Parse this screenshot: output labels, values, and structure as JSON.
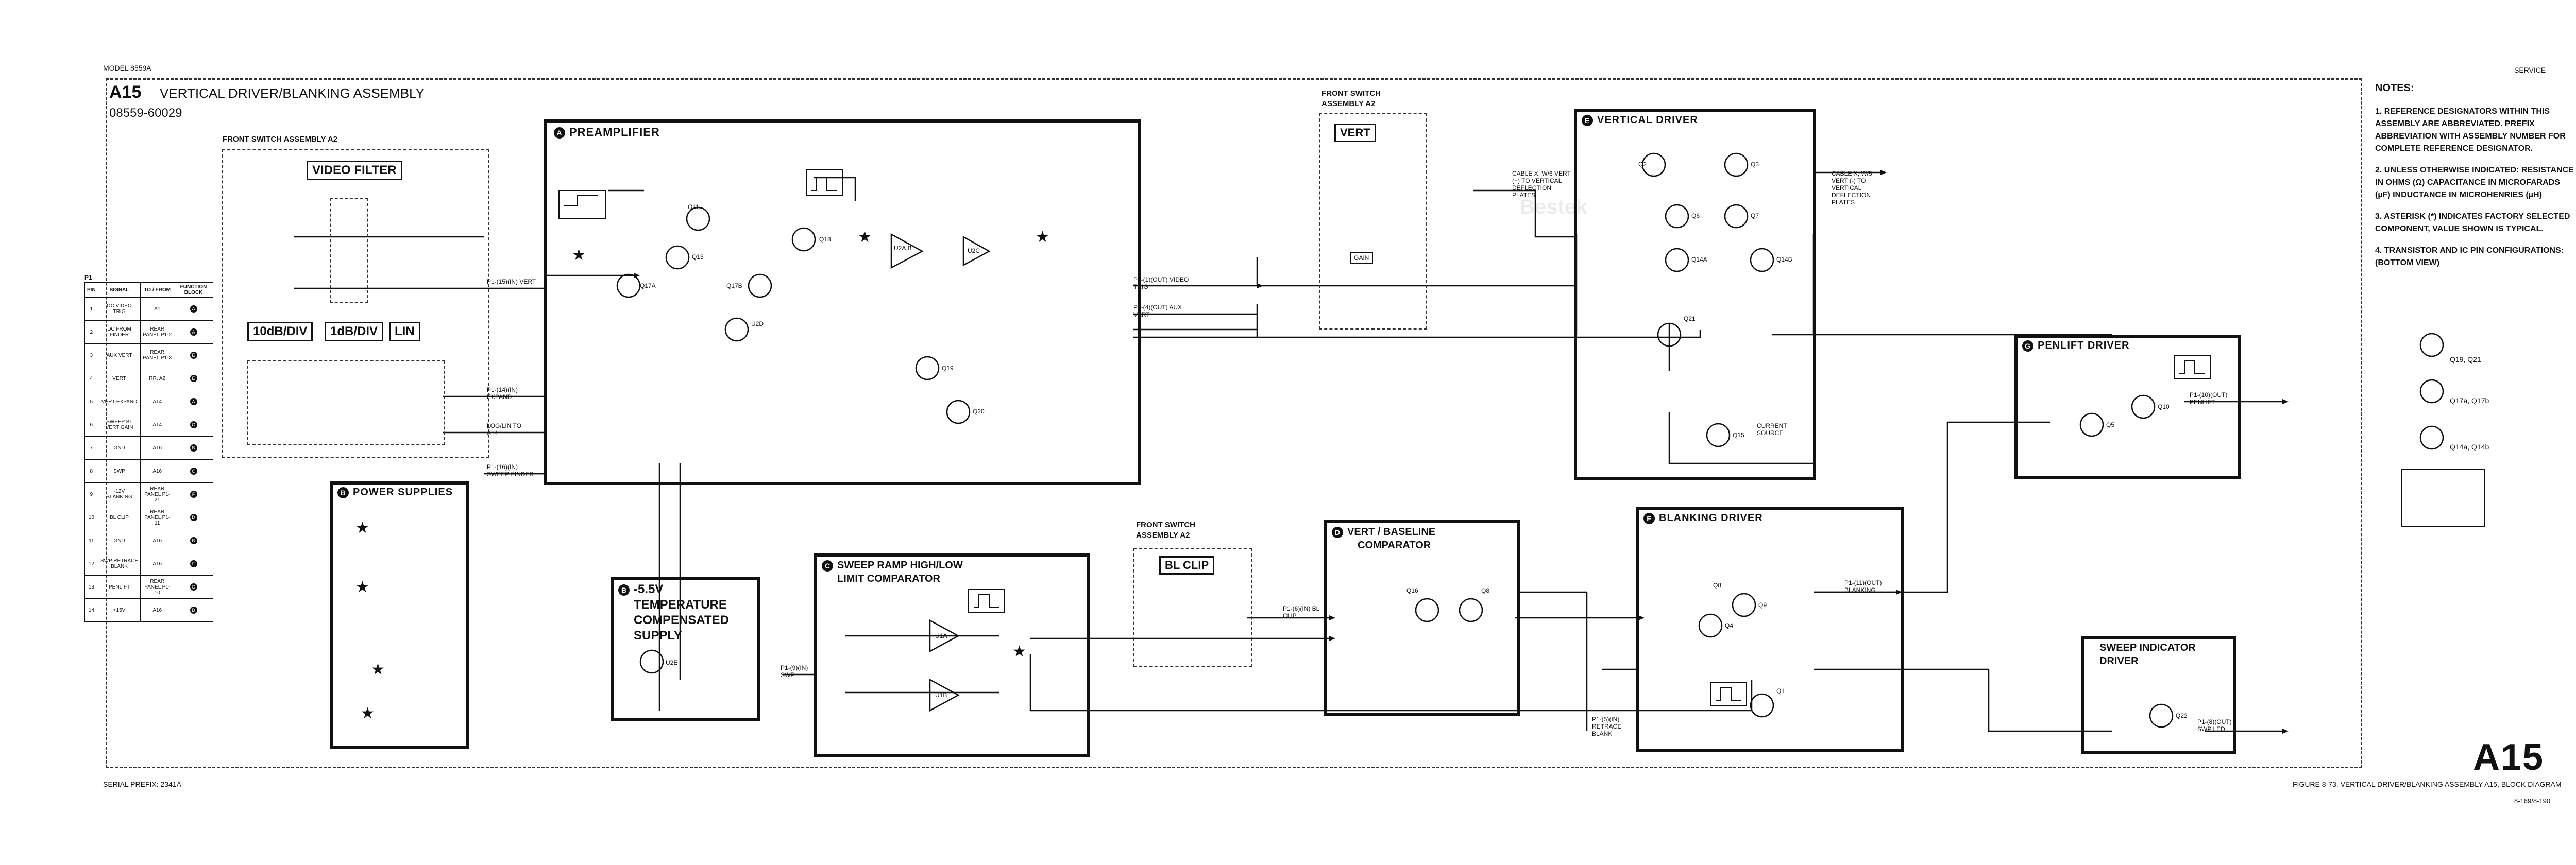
{
  "header": {
    "model": "MODEL 8559A",
    "section": "SERVICE",
    "assembly_id": "A15",
    "assembly_title": "VERTICAL DRIVER/BLANKING ASSEMBLY",
    "part_number": "08559-60029",
    "serial_prefix": "SERIAL PREFIX: 2341A",
    "figure_caption": "FIGURE 8-73.  VERTICAL DRIVER/BLANKING ASSEMBLY A15, BLOCK DIAGRAM",
    "figure_code": "8-169/8-190",
    "big_label": "A15"
  },
  "blocks": {
    "front_switch_a2_left": "FRONT SWITCH ASSEMBLY A2",
    "video_filter": "VIDEO FILTER",
    "scale_10db": "10dB/DIV",
    "scale_1db": "1dB/DIV",
    "scale_lin": "LIN",
    "preamplifier": {
      "num": "A",
      "title": "PREAMPLIFIER"
    },
    "power_supplies": {
      "num": "B",
      "title": "POWER SUPPLIES"
    },
    "temp_supply": {
      "num": "B",
      "title_l1": "-5.5V",
      "title_l2": "TEMPERATURE",
      "title_l3": "COMPENSATED",
      "title_l4": "SUPPLY"
    },
    "sweep_ramp": {
      "num": "C",
      "title_l1": "SWEEP RAMP HIGH/LOW",
      "title_l2": "LIMIT COMPARATOR"
    },
    "front_switch_a2_bl": {
      "l1": "FRONT SWITCH",
      "l2": "ASSEMBLY A2",
      "bl_clip": "BL CLIP"
    },
    "vert_baseline": {
      "num": "D",
      "title_l1": "VERT / BASELINE",
      "title_l2": "COMPARATOR"
    },
    "front_switch_a2_vert": {
      "l1": "FRONT SWITCH",
      "l2": "ASSEMBLY A2",
      "vert": "VERT",
      "gain": "GAIN"
    },
    "vertical_driver": {
      "num": "E",
      "title": "VERTICAL DRIVER"
    },
    "blanking_driver": {
      "num": "F",
      "title": "BLANKING DRIVER"
    },
    "penlift_driver": {
      "num": "G",
      "title": "PENLIFT DRIVER"
    },
    "sweep_indicator": {
      "title_l1": "SWEEP INDICATOR",
      "title_l2": "DRIVER"
    }
  },
  "signals": {
    "vert_in": "P1-(15)(IN) VERT",
    "expand": "P1-(14)(IN) EXPAND",
    "log_lin": "LOG/LIN TO A14",
    "sweep_finder": "P1-(16)(IN) SWEEP FINDER",
    "sweep_in": "P1-(9)(IN) SWP",
    "bl_clip": "P1-(6)(IN) BL CLIP",
    "blanking_out": "P1-(11)(OUT) BLANKING",
    "penlift_out": "P1-(10)(OUT) PENLIFT",
    "sweep_lamp": "P1-(8)(OUT) SWP LED",
    "retrace_blank": "P1-(5)(IN) RETRACE BLANK",
    "video_trig": "P1-(1)(OUT) VIDEO TRIG",
    "aux_vert": "P1-(4)(OUT) AUX VERT",
    "cable_right": "CABLE X, W/5 VERT (-) TO VERTICAL DEFLECTION PLATES",
    "cable_left": "CABLE X, W/6 VERT (+) TO VERTICAL DEFLECTION PLATES",
    "current_source": "CURRENT SOURCE"
  },
  "pin_table": {
    "title": "P1",
    "columns": [
      "PIN",
      "SIGNAL",
      "TO / FROM",
      "FUNCTION BLOCK"
    ],
    "rows": [
      [
        "1",
        "DC VIDEO TRIG",
        "A1",
        "A"
      ],
      [
        "2",
        "DC FROM FINDER",
        "REAR PANEL P1-2",
        "A"
      ],
      [
        "3",
        "AUX VERT",
        "REAR PANEL P1-3",
        "E"
      ],
      [
        "4",
        "VERT",
        "RR, A2",
        "E"
      ],
      [
        "5",
        "VERT EXPAND",
        "A14",
        "A"
      ],
      [
        "6",
        "SWEEP BL VERT GAIN",
        "A14",
        "C"
      ],
      [
        "7",
        "GND",
        "A16",
        "B"
      ],
      [
        "8",
        "SWP",
        "A16",
        "C"
      ],
      [
        "9",
        "-12V BLANKING",
        "REAR PANEL P1-21",
        "F"
      ],
      [
        "10",
        "BL CLIP",
        "REAR PANEL P1-11",
        "D"
      ],
      [
        "11",
        "GND",
        "A16",
        "B"
      ],
      [
        "12",
        "SWP RETRACE BLANK",
        "A16",
        "F"
      ],
      [
        "13",
        "PENLIFT",
        "REAR PANEL P1-10",
        "G"
      ],
      [
        "14",
        "+15V",
        "A16",
        "B"
      ]
    ]
  },
  "notes": {
    "heading": "NOTES:",
    "items": [
      "1.  REFERENCE DESIGNATORS WITHIN THIS ASSEMBLY ARE ABBREVIATED. PREFIX ABBREVIATION WITH ASSEMBLY NUMBER FOR COMPLETE REFERENCE DESIGNATOR.",
      "2.  UNLESS OTHERWISE INDICATED: RESISTANCE IN OHMS (Ω) CAPACITANCE IN MICROFARADS (µF) INDUCTANCE IN MICROHENRIES (µH)",
      "3.  ASTERISK (*) INDICATES FACTORY SELECTED COMPONENT, VALUE SHOWN IS TYPICAL.",
      "4.  TRANSISTOR AND IC PIN CONFIGURATIONS: (BOTTOM VIEW)"
    ],
    "pin_labels": [
      "Q19, Q21",
      "Q17a, Q17b",
      "Q14a, Q14b"
    ]
  },
  "components": {
    "preamp": [
      "Q11",
      "Q13",
      "Q17A",
      "Q17B",
      "U2D",
      "Q18",
      "U2A,B",
      "U2C",
      "Q19",
      "Q20",
      "Q21"
    ],
    "vert_driver": [
      "Q2",
      "Q3",
      "Q6",
      "Q7",
      "Q14A",
      "Q14B"
    ],
    "blanking": [
      "Q4",
      "Q8",
      "Q9",
      "Q1"
    ],
    "vert_baseline": [
      "Q16",
      "Q8"
    ],
    "sweep_ramp": [
      "U1A",
      "U1B"
    ],
    "temp": [
      "U2E"
    ],
    "penlift": [
      "Q5",
      "Q10"
    ],
    "sweep_ind": [
      "Q22"
    ],
    "current_src": [
      "Q15"
    ]
  },
  "watermark": "Bestek"
}
